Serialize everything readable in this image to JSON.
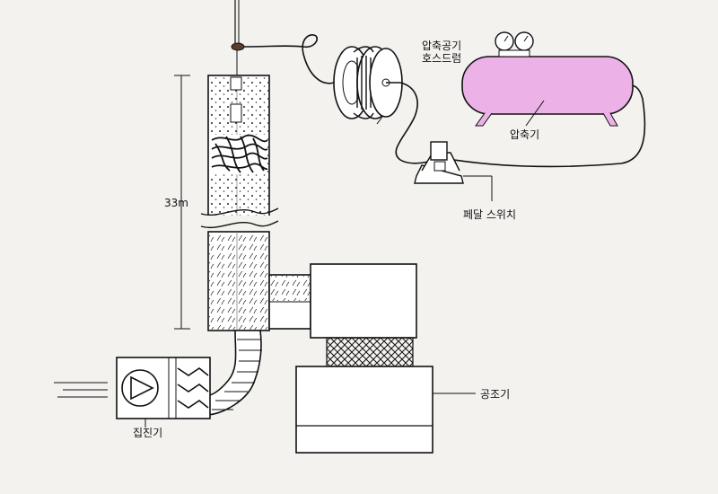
{
  "labels": {
    "hose_drum_line1": "압축공기",
    "hose_drum_line2": "호스드럼",
    "compressor": "압축기",
    "pedal_switch": "페달 스위치",
    "height": "33m",
    "air_handler": "공조기",
    "dust_collector": "집진기"
  },
  "colors": {
    "compressor_tank": "#ecb1e6",
    "line": "#111111",
    "background": "#f4f2ef"
  },
  "icons": [
    "pressure-gauge-icon",
    "fan-icon",
    "filter-icon",
    "hose-reel-icon",
    "pedal-switch-icon"
  ]
}
